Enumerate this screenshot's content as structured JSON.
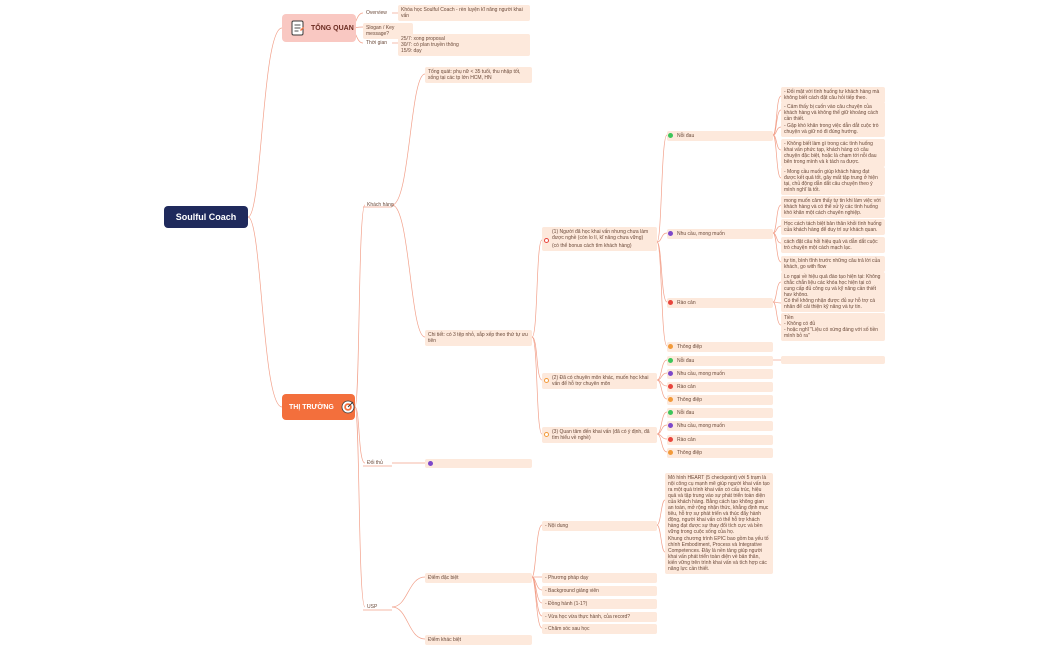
{
  "root": {
    "label": "Soulful Coach"
  },
  "tong_quan": {
    "label": "TỔNG QUAN",
    "icon": "document-icon",
    "overview_label": "Overview",
    "overview_text": "Khóa học Soulful Coach - rèn luyện kĩ năng người khai vấn",
    "slogan_label": "Slogan / Key message?",
    "time_label": "Thời gian",
    "time_lines": [
      "25/7: xong proposal",
      "30/7: có plan truyền thông",
      "15/9: dạy"
    ]
  },
  "thi_truong": {
    "label": "THỊ TRƯỜNG",
    "icon": "target-icon",
    "khach_hang": {
      "label": "Khách hàng",
      "tong_quat": "Tổng quát: phụ nữ < 35 tuổi, thu nhập tốt, sống tại các tp lớn HCM, HN",
      "chi_tiet": "Chi tiết: có 3 tệp nhỏ, sắp xếp theo thứ tự ưu tiên",
      "seg1": {
        "label": "(1) Người đã học khai vấn nhưng chưa làm được nghề (còn lo lí, kĩ năng chưa vững)",
        "sub": "(có thể bonus cách tìm khách hàng)",
        "noi_dau": "Nỗi đau",
        "pain_points": [
          "- Đối mặt với tình huống tư khách hàng mà không biết cách đặt câu hỏi tiếp theo.",
          "- Cảm thấy bị cuốn vào câu chuyện của khách hàng và không thể giữ khoảng cách cần thiết.",
          "- Gặp khó khăn trong việc dẫn dắt cuộc trò chuyện và giữ nó đi đúng hướng.",
          "- Không biết làm gì trong các tình huống khai vấn phức tạp, khách hàng có câu chuyện đặc biệt, hoặc là chạm tới nỗi đau bên trong mình và k tách ra được.",
          "- Mong cầu muốn giúp khách hàng đạt được kết quả tốt, gây mất tập trung ở hiện tại, chủ động dẫn dắt câu chuyện theo ý mình nghĩ là tốt."
        ],
        "nhu_cau": "Nhu cầu, mong muốn",
        "needs": [
          "mong muốn cảm thấy tự tin khi làm việc với khách hàng và có thể xử lý các tình huống khó khăn một cách chuyên nghiệp.",
          "Học cách tách biệt bản thân khỏi tình huống của khách hàng để duy trì sự khách quan.",
          "cách đặt câu hỏi hiệu quả và dẫn dắt cuộc trò chuyện một cách mạch lạc.",
          "tự tin, bình tĩnh trước những câu trả lời của khách, go with flow"
        ],
        "rao_can": "Rào cản",
        "barriers": [
          "Lo ngại về hiệu quả đào tạo hiện tại: Không chắc chắn liệu các khóa học hiện tại có cung cấp đủ công cụ và kỹ năng cần thiết hay không.",
          "Có thể không nhận được đủ sự hỗ trợ cá nhân để cải thiện kỹ năng và tự tin.",
          "Tiền\n- Không có đủ\n- hoặc nghĩ \"Liệu có xứng đáng với số tiền mình bỏ ra\""
        ],
        "thong_diep": "Thông điệp"
      },
      "seg2": {
        "label": "(2) Đã có chuyên môn khác, muốn học khai vấn để hỗ trợ chuyên môn",
        "items": [
          "Nỗi đau",
          "Nhu cầu, mong muốn",
          "Rào cản",
          "Thông điệp"
        ]
      },
      "seg3": {
        "label": "(3) Quan tâm đến khai vấn (đã có ý định, đã tìm hiểu về nghề)",
        "items": [
          "Nỗi đau",
          "Nhu cầu, mong muốn",
          "Rào cản",
          "Thông điệp"
        ]
      }
    },
    "doi_thu": "Đối thủ",
    "usp": {
      "label": "USP",
      "diem_dac_biet": "Điểm đặc biệt",
      "noi_dung": "- Nội dung",
      "noi_dung_details": [
        "Mô hình HEART (5 checkpoint) với 5 trạm là nội công cụ mạnh mẽ giúp người khai vấn tạo ra một quá trình khai vấn có cấu trúc, hiệu quả và tập trung vào sự phát triển toàn diện của khách hàng. Bằng cách tạo không gian an toàn, mở rộng nhận thức, khẳng định mục tiêu, hỗ trợ sự phát triển và thúc đẩy hành động, người khai vấn có thể hỗ trợ khách hàng đạt được sự thay đổi tích cực và bền vững trong cuộc sống của họ.",
        "Khung chương trình EPIC bao gồm ba yếu tố chính Embodiment, Process và Integrative Competences. Đây là nền tảng giúp người khai vấn phát triển toàn diện về bản thân, kiến vững trên trình khai vấn và tích hợp các năng lực cần thiết."
      ],
      "others": [
        "- Phương pháp dạy",
        "- Background giảng viên",
        "- Đồng hành (1-1?)",
        "- Vừa học vừa thực hành, của record?",
        "- Chăm sóc sau học"
      ],
      "diem_khac_biet": "Điểm khác biệt"
    }
  },
  "colors": {
    "root": "#1f2a5c",
    "tong_quan": "#f9c8c2",
    "thi_truong": "#f36f3c",
    "node": "#fde9dc",
    "wire": "#f2a08a",
    "green": "#3cc55a",
    "purple": "#7d47c9",
    "red": "#e8453c",
    "orange": "#f29a3a"
  }
}
